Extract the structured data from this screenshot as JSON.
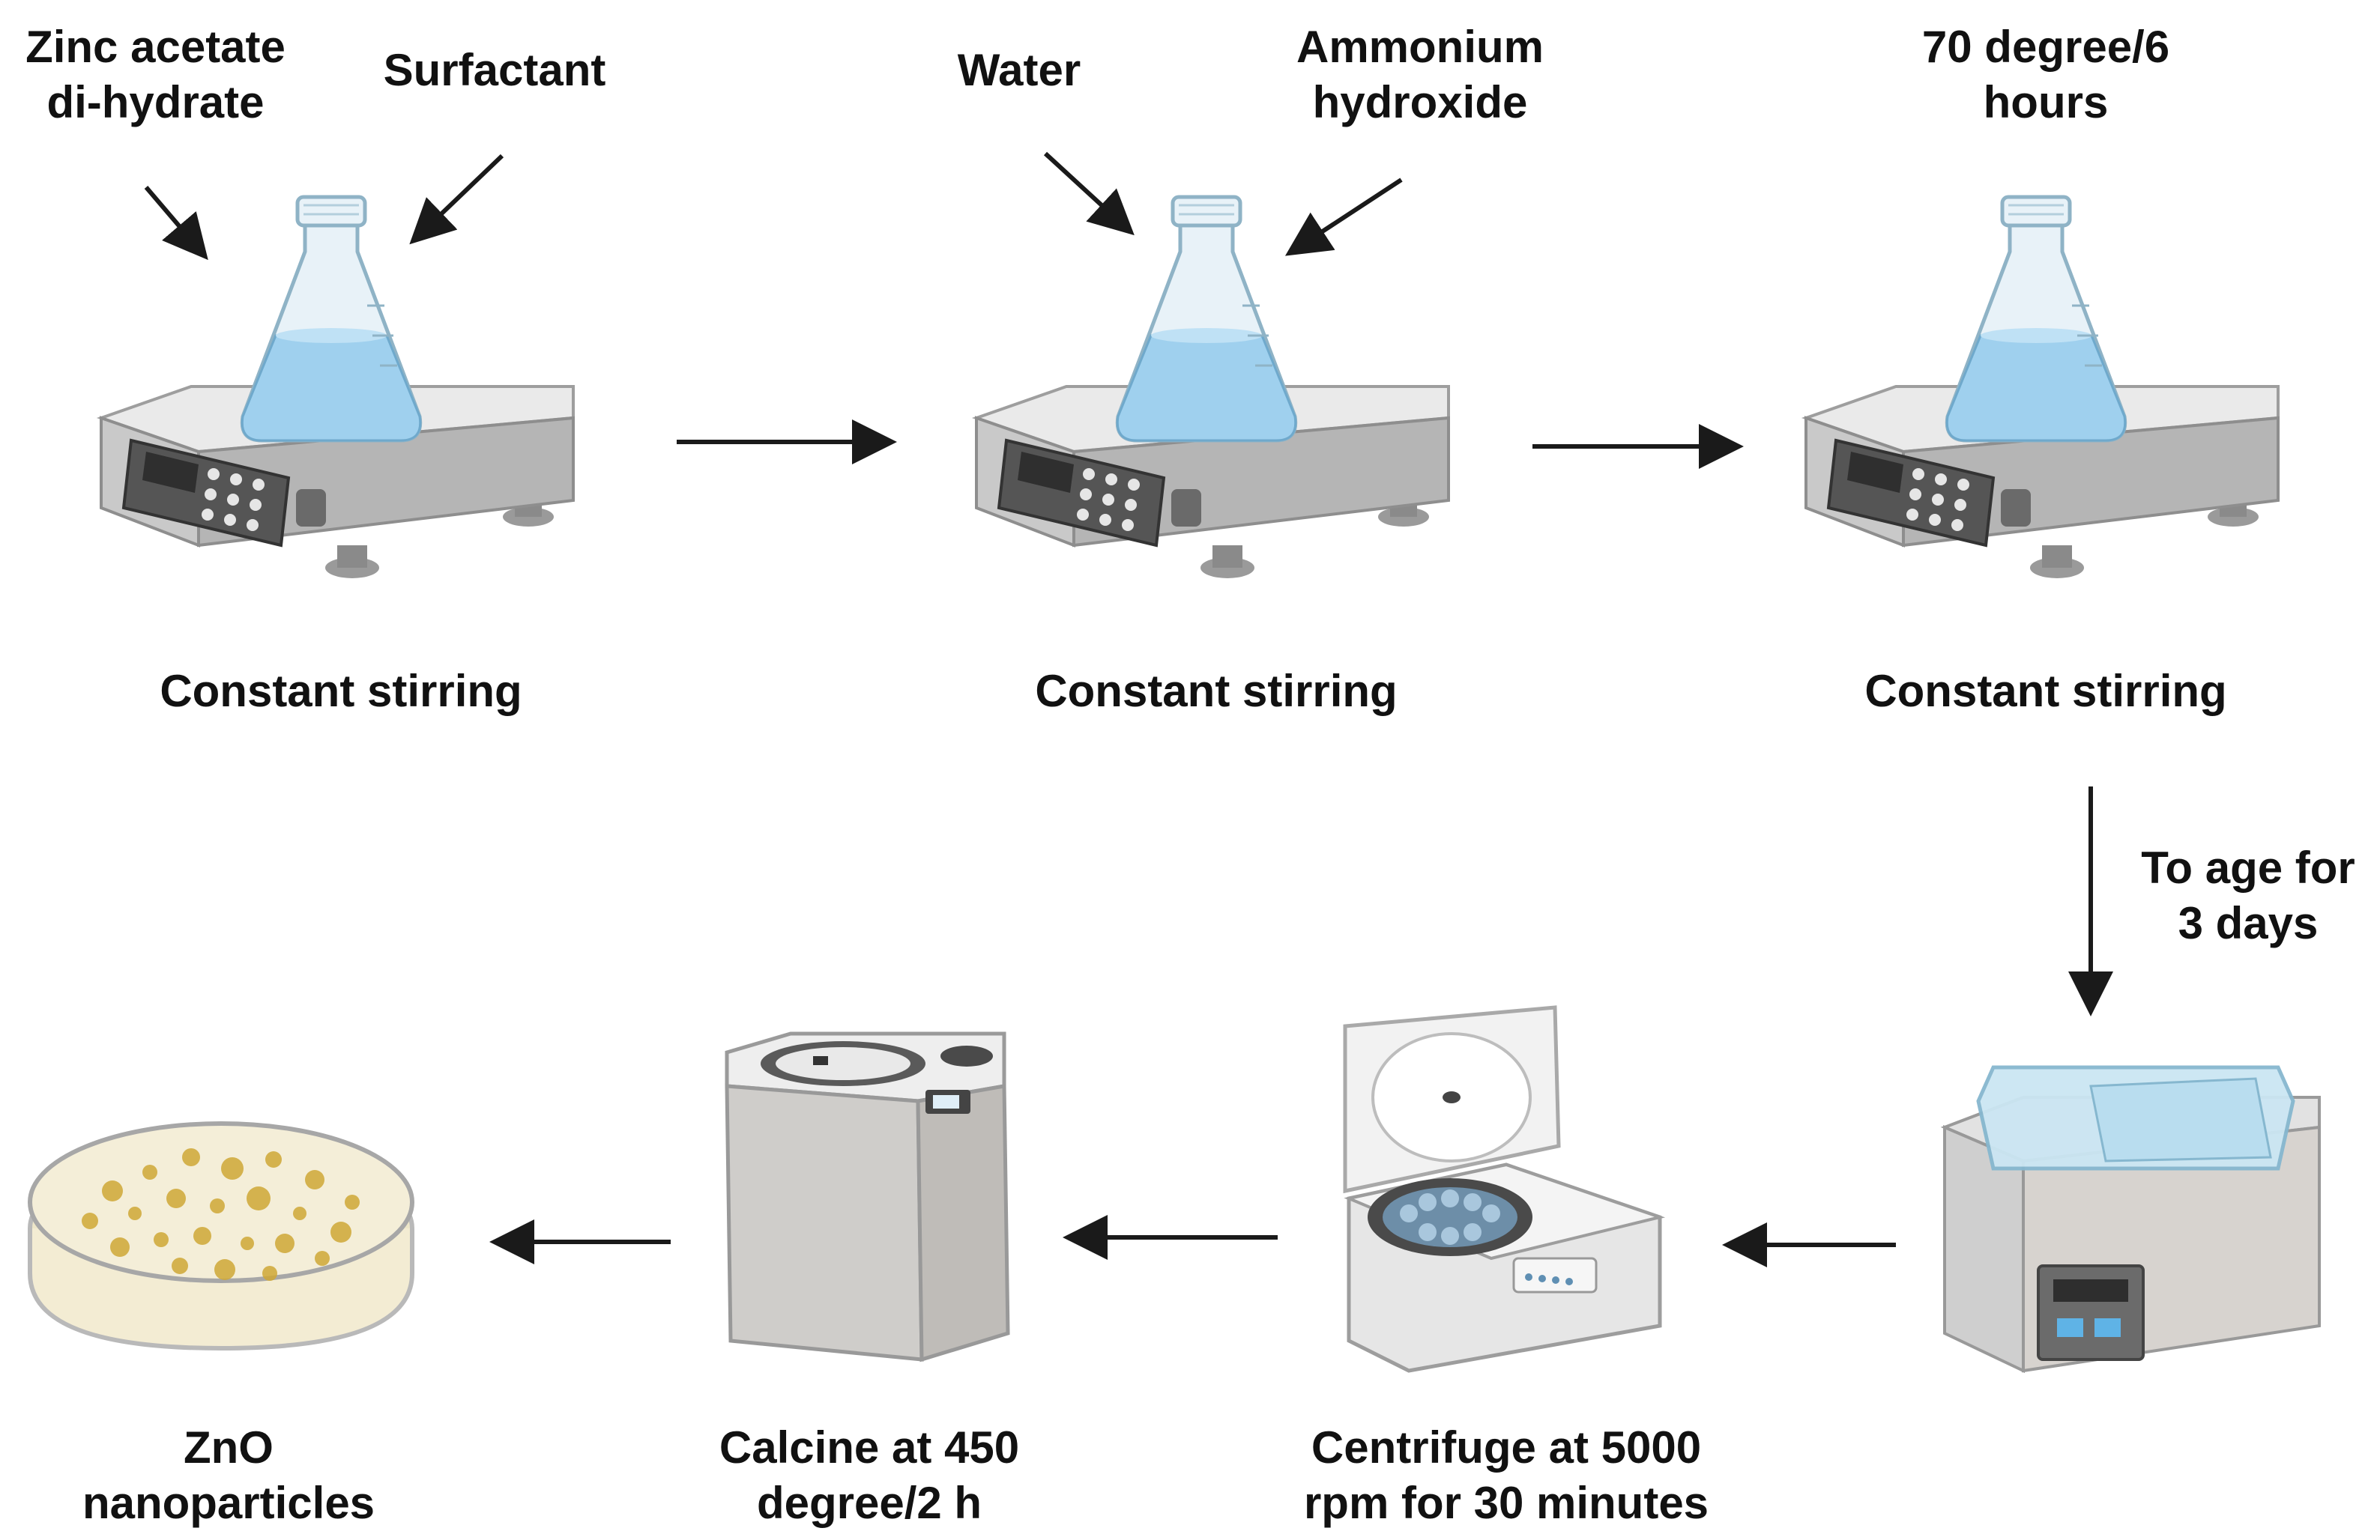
{
  "colors": {
    "arrow": "#1a1a1a",
    "liquid": "#9fd0ee",
    "glass": "#e8f2f8",
    "device_body": "#d4d4d4",
    "device_dark": "#555555",
    "dish_colony": "#cfa836"
  },
  "inputs": {
    "zinc_line1": "Zinc acetate",
    "zinc_line2": "di-hydrate",
    "surfactant": "Surfactant",
    "water": "Water",
    "ammonium_line1": "Ammonium",
    "ammonium_line2": "hydroxide",
    "temp_line1": "70 degree/6",
    "temp_line2": "hours"
  },
  "steps": {
    "stir1": "Constant stirring",
    "stir2": "Constant stirring",
    "stir3": "Constant stirring",
    "age_line1": "To age for",
    "age_line2": "3 days",
    "centrifuge_line1": "Centrifuge at 5000",
    "centrifuge_line2": "rpm for 30 minutes",
    "calcine_line1": "Calcine at 450",
    "calcine_line2": "degree/2 h",
    "product_line1": "ZnO",
    "product_line2": "nanoparticles"
  },
  "icons": {
    "stirrer": "magnetic-stirrer-icon",
    "flask": "erlenmeyer-flask-icon",
    "water_bath": "water-bath-icon",
    "centrifuge": "centrifuge-icon",
    "furnace": "muffle-furnace-icon",
    "dish": "petri-dish-icon"
  }
}
